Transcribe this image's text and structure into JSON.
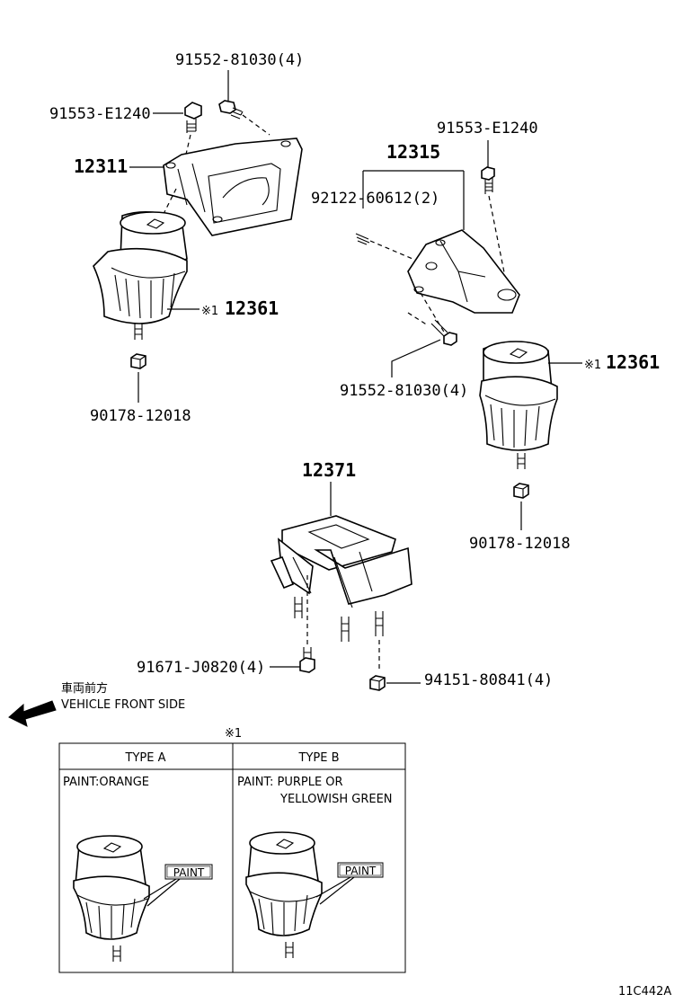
{
  "callouts": {
    "bolt_top": "91552-81030(4)",
    "bolt_left": "91553-E1240",
    "bracket_left": "12311",
    "mount_left": "12361",
    "mount_left_mark": "※1",
    "nut_left": "90178-12018",
    "bolt_right_top": "91553-E1240",
    "bracket_right": "12315",
    "stud_right": "92122-60612(2)",
    "bolt_right": "91552-81030(4)",
    "mount_right": "12361",
    "mount_right_mark": "※1",
    "nut_right": "90178-12018",
    "rear_mount": "12371",
    "rear_bolt": "91671-J0820(4)",
    "rear_nut": "94151-80841(4)"
  },
  "direction": {
    "line1": "車両前方",
    "line2": "VEHICLE FRONT SIDE",
    "arrow_icon": "arrow-left-icon"
  },
  "note_table": {
    "mark": "※1",
    "type_a_header": "TYPE A",
    "type_b_header": "TYPE B",
    "type_a_paint": "PAINT:ORANGE",
    "type_b_paint_line1": "PAINT: PURPLE OR",
    "type_b_paint_line2": "YELLOWISH GREEN",
    "paint_tag_a": "PAINT",
    "paint_tag_b": "PAINT"
  },
  "figure_code": "11C442A"
}
